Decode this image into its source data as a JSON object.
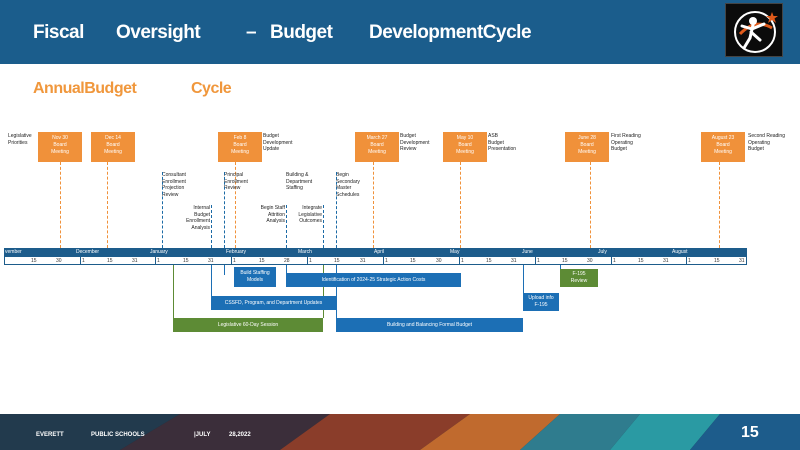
{
  "header": {
    "title_words": [
      "Fiscal",
      "Oversight",
      "–",
      "Budget",
      "DevelopmentCycle"
    ]
  },
  "subtitle": {
    "left": "AnnualBudget",
    "right": "Cycle"
  },
  "milestones": [
    {
      "label": "Nov 30\nBoard\nMeeting",
      "side_note": ""
    },
    {
      "label": "Dec 14\nBoard\nMeeting",
      "side_note": ""
    },
    {
      "label": "Feb 8\nBoard\nMeeting",
      "side_note": "Budget\nDevelopment\nUpdate"
    },
    {
      "label": "March 27\nBoard\nMeeting",
      "side_note": "Budget\nDevelopment\nReview"
    },
    {
      "label": "May 10\nBoard\nMeeting",
      "side_note": "ASB\nBudget\nPresentation"
    },
    {
      "label": "June 28\nBoard\nMeeting",
      "side_note": "First Reading\nOperating\nBudget"
    },
    {
      "label": "August 23\nBoard\nMeeting",
      "side_note": "Second Reading\nOperating\nBudget"
    }
  ],
  "left_note": "Legislative\nPriorities",
  "activities": [
    "Consultant\nEnrollment\nProjection\nReview",
    "Internal\nBudget\nEnrollment\nAnalysis",
    "Principal\nEnrollment\nReview",
    "Begin Staff\nAttrition\nAnalysis",
    "Building &\nDepartment\nStaffing",
    "Integrate\nLegislative\nOutcomes",
    "Begin\nSecondary\nMaster\nSchedules"
  ],
  "timeline": {
    "months": [
      "vember",
      "December",
      "January",
      "February",
      "March",
      "April",
      "May",
      "June",
      "July",
      "August"
    ],
    "ticks": [
      "15",
      "30",
      "1",
      "15",
      "31",
      "1",
      "15",
      "31",
      "1",
      "15",
      "28",
      "1",
      "15",
      "31",
      "1",
      "15",
      "30",
      "1",
      "15",
      "31",
      "1",
      "15",
      "30",
      "1",
      "15",
      "31",
      "1",
      "15",
      "31"
    ]
  },
  "bars": [
    {
      "label": "Build Staffing\nModels"
    },
    {
      "label": "Identification of 2024-25 Strategic Action Costs"
    },
    {
      "label": "CSSFD, Program, and Department Updates"
    },
    {
      "label": "Legislative 60-Day Session"
    },
    {
      "label": "Building and Balancing Formal Budget"
    },
    {
      "label": "Upload info\nF-195"
    },
    {
      "label": "F-195\nReview"
    }
  ],
  "footer": {
    "org": "EVERETT",
    "org2": "PUBLIC SCHOOLS",
    "date": "|JULY",
    "date2": "28,2022",
    "page": "15"
  },
  "colors": {
    "header_bg": "#1b5d8c",
    "accent_orange": "#f0913a",
    "bar_blue": "#1c6fb5",
    "bar_green": "#5d8b35",
    "timeline_blue": "#1d5c8b"
  }
}
